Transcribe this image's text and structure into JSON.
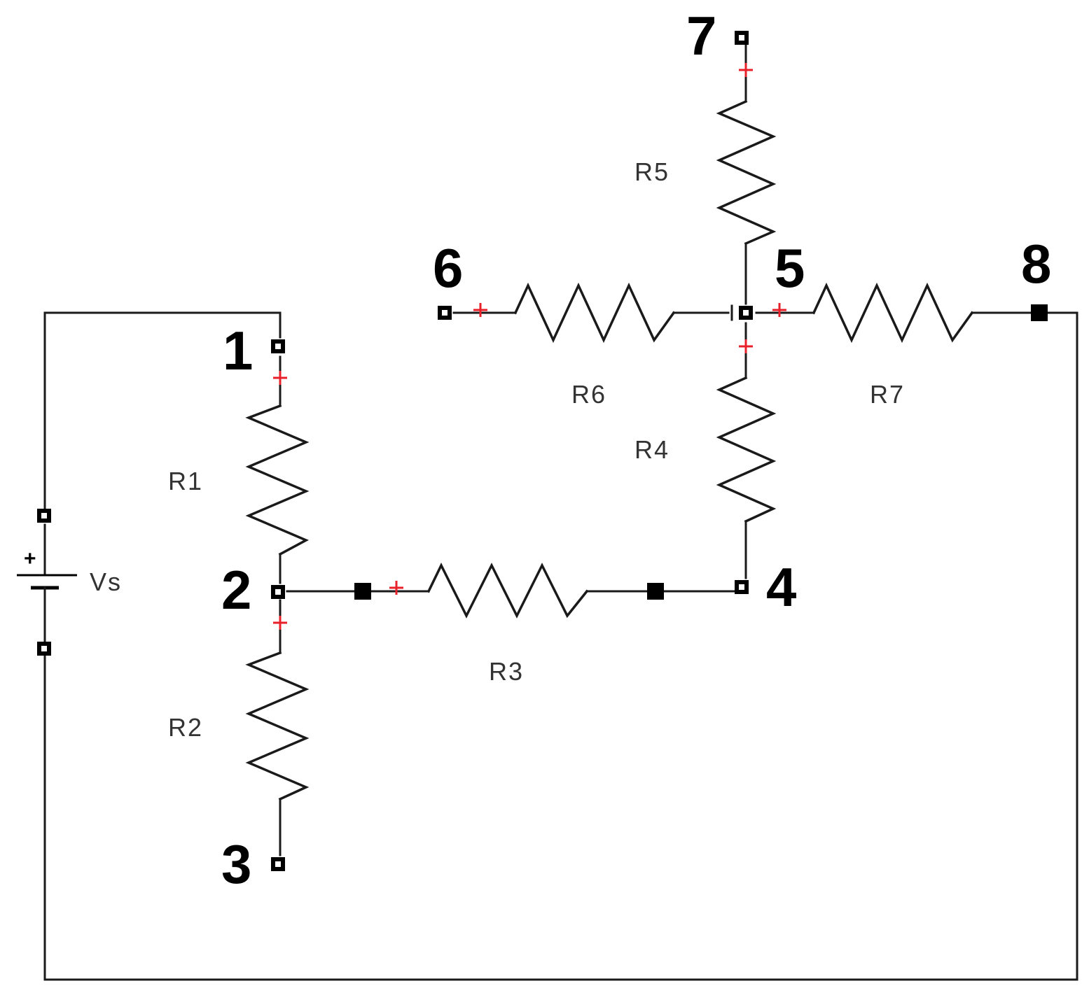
{
  "nodes": {
    "n1": "1",
    "n2": "2",
    "n3": "3",
    "n4": "4",
    "n5": "5",
    "n6": "6",
    "n7": "7",
    "n8": "8"
  },
  "components": {
    "r1": "R1",
    "r2": "R2",
    "r3": "R3",
    "r4": "R4",
    "r5": "R5",
    "r6": "R6",
    "r7": "R7",
    "source": "Vs",
    "source_plus": "+"
  },
  "colors": {
    "wire": "#1a1a1a",
    "polarity_mark": "#e8202a",
    "label": "#333333",
    "node_number": "#000000"
  }
}
